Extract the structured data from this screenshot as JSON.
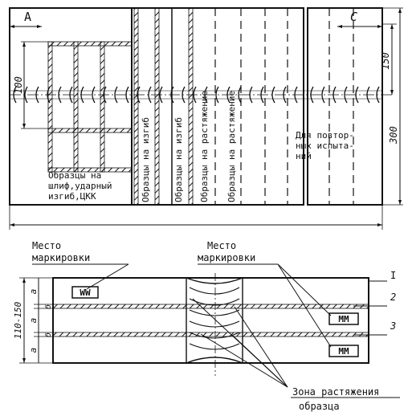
{
  "top_view": {
    "zone_a": "A",
    "zone_c": "C",
    "dim_100": "100",
    "dim_150": "150",
    "dim_300": "300",
    "label_impact": "Образцы на шлиф,ударный изгиб,ЦКК",
    "label_bend_1": "Образцы на изгиб",
    "label_bend_2": "Образцы на изгиб",
    "label_tension_1": "Образцы на растяжение",
    "label_tension_2": "Образцы на растяжение",
    "label_retest": "Для повторных испытаний"
  },
  "bottom_view": {
    "marking_place_left": "Место маркировки",
    "marking_place_right": "Место маркировки",
    "mark_top": "WW",
    "mark_mid": "MM",
    "mark_low": "MM",
    "dim_a_top": "a",
    "dim_b_top": "б",
    "dim_a_mid": "a",
    "dim_b_mid": "б",
    "dim_a_low": "a",
    "dim_110_150": "110-150",
    "callout_1": "I",
    "callout_2": "2",
    "callout_3": "3",
    "tension_zone": "Зона растяжения образца"
  },
  "colors": {
    "ink": "#111111",
    "paper": "#ffffff"
  }
}
